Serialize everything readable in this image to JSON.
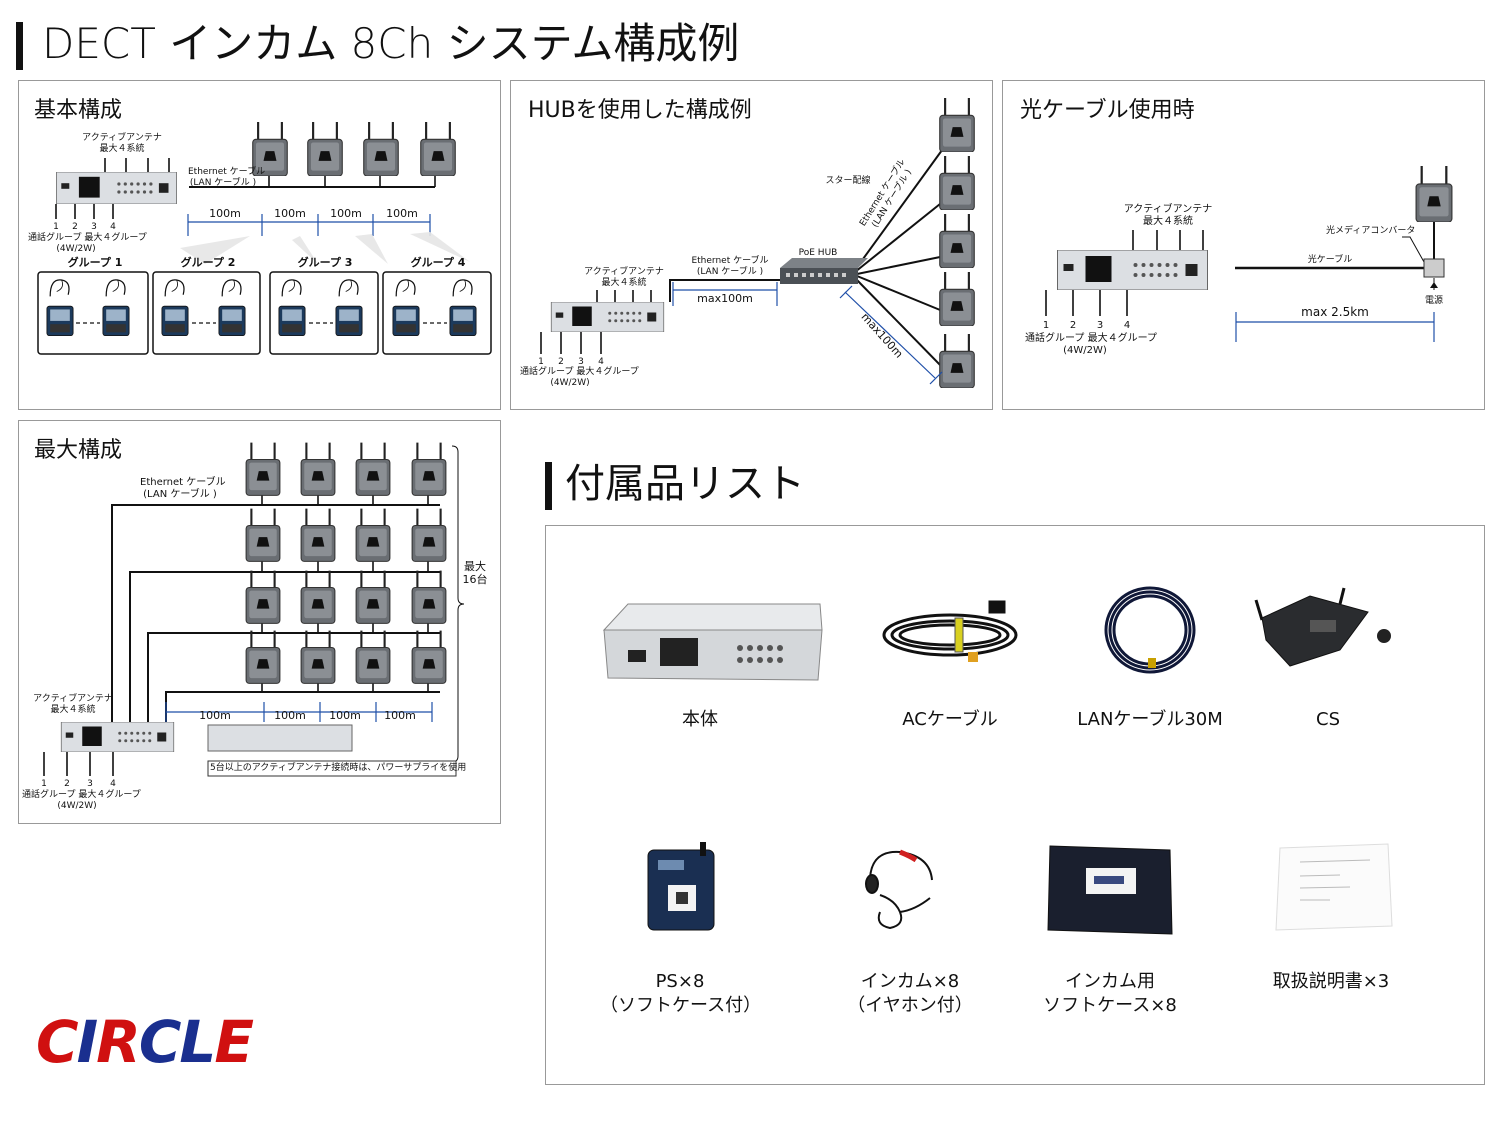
{
  "title": "DECT インカム 8Ch システム構成例",
  "accessories_title": "付属品リスト",
  "brand": {
    "letters": [
      "C",
      "I",
      "R",
      "C",
      "L",
      "E"
    ],
    "colors": [
      "#d01010",
      "#1a2f8f",
      "#d01010",
      "#1a2f8f",
      "#1a2f8f",
      "#d01010"
    ]
  },
  "colors": {
    "accent_blue": "#1f4fa8",
    "panel_border": "#999999",
    "text": "#111111"
  },
  "panels": {
    "basic": {
      "title": "基本構成",
      "antenna_label": "アクティブアンテナ\n最大４系統",
      "cable_label": "Ethernet ケーブル\n(LAN ケーブル )",
      "ports": [
        "1",
        "2",
        "3",
        "4"
      ],
      "ports_caption": "通話グループ 最大４グループ\n(4W/2W)",
      "distances": [
        "100m",
        "100m",
        "100m",
        "100m"
      ],
      "groups": [
        "グループ 1",
        "グループ 2",
        "グループ 3",
        "グループ 4"
      ]
    },
    "hub": {
      "title": "HUBを使用した構成例",
      "antenna_label": "アクティブアンテナ\n最大４系統",
      "cable_label": "Ethernet ケーブル\n(LAN ケーブル )",
      "hub_label": "PoE HUB",
      "star_label": "スター配線",
      "diag_cable_label": "Ethernet ケーブル\n(LAN ケーブル )",
      "distance": "max100m",
      "diag_distance": "max100m",
      "ports": [
        "1",
        "2",
        "3",
        "4"
      ],
      "ports_caption": "通話グループ 最大４グループ\n(4W/2W)"
    },
    "fiber": {
      "title": "光ケーブル使用時",
      "antenna_label": "アクティブアンテナ\n最大４系統",
      "converter_label": "光メディアコンバータ",
      "fiber_label": "光ケーブル",
      "power_label": "電源",
      "distance": "max 2.5km",
      "ports": [
        "1",
        "2",
        "3",
        "4"
      ],
      "ports_caption": "通話グループ 最大４グループ\n(4W/2W)"
    },
    "max": {
      "title": "最大構成",
      "cable_label": "Ethernet ケーブル\n(LAN ケーブル )",
      "max_label": "最大\n16台",
      "antenna_label": "アクティブアンテナ\n最大４系統",
      "distances": [
        "100m",
        "100m",
        "100m",
        "100m"
      ],
      "power_note": "5台以上のアクティブアンテナ接続時は、パワーサプライを使用",
      "ports": [
        "1",
        "2",
        "3",
        "4"
      ],
      "ports_caption": "通話グループ 最大４グループ\n(4W/2W)"
    }
  },
  "accessories": [
    {
      "label": "本体",
      "icon": "main-unit"
    },
    {
      "label": "ACケーブル",
      "icon": "ac-cable"
    },
    {
      "label": "LANケーブル30M",
      "icon": "lan-cable"
    },
    {
      "label": "CS",
      "icon": "cs-unit"
    },
    {
      "label": "PS×8\n（ソフトケース付）",
      "icon": "ps-beltpack"
    },
    {
      "label": "インカム×8\n（イヤホン付）",
      "icon": "headset"
    },
    {
      "label": "インカム用\nソフトケース×8",
      "icon": "soft-case"
    },
    {
      "label": "取扱説明書×3",
      "icon": "manual"
    }
  ]
}
